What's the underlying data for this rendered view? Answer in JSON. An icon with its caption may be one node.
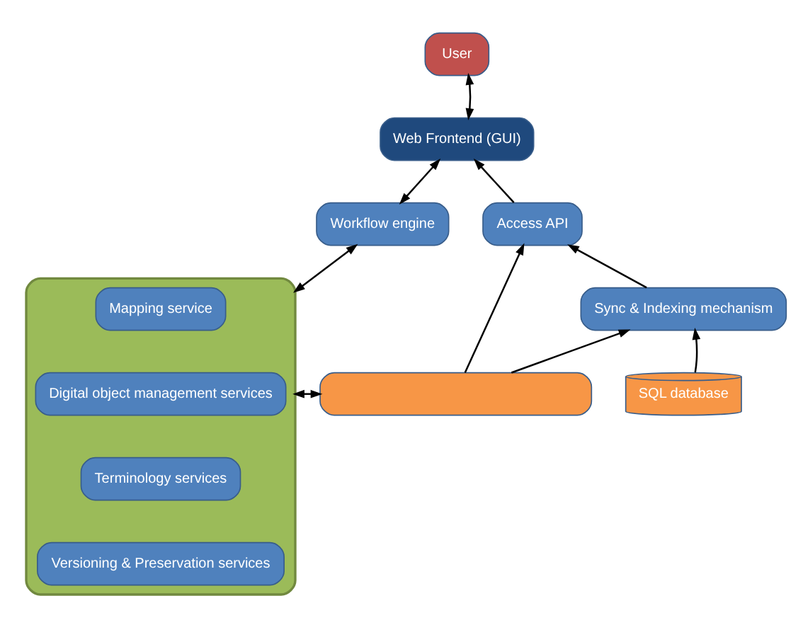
{
  "diagram": {
    "nodes": [
      {
        "text": [],
        "shape": "box"
      },
      {
        "text": [
          "Versioning & Preservation services"
        ],
        "in": 0
      },
      {
        "text": [
          "Terminology services"
        ],
        "in": 0
      },
      {
        "text": [
          "Digital object management services"
        ],
        "in": 0
      },
      {
        "text": [
          "Mapping service"
        ],
        "in": 0
      },
      {
        "text": [
          "Workflow engine"
        ]
      },
      {
        "text": [
          "User"
        ]
      },
      {
        "text": [
          "Web Frontend (GUI)"
        ]
      },
      {
        "text": [
          "Access API"
        ]
      },
      {
        "text": [
          "Sync & Indexing mechanism"
        ]
      },
      {
        "text": [
          "SQL database"
        ]
      },
      {
        "text": [],
        "shape": "box"
      }
    ],
    "edges": [
      {
        "from": 0,
        "to": 5,
        "arrow": "both"
      },
      {
        "from": 5,
        "to": 7,
        "arrow": "both"
      },
      {
        "from": 6,
        "to": 7,
        "arrow": "both"
      },
      {
        "from": 8,
        "to": 7,
        "arrow": "to"
      },
      {
        "from": 9,
        "to": 8,
        "arrow": "to"
      },
      {
        "from": 10,
        "to": 9,
        "arrow": "to"
      },
      {
        "from": 0,
        "to": 11,
        "arrow": "both"
      },
      {
        "from": 11,
        "to": 8,
        "arrow": "to"
      },
      {
        "from": 11,
        "to": 9,
        "arrow": "to"
      }
    ]
  }
}
